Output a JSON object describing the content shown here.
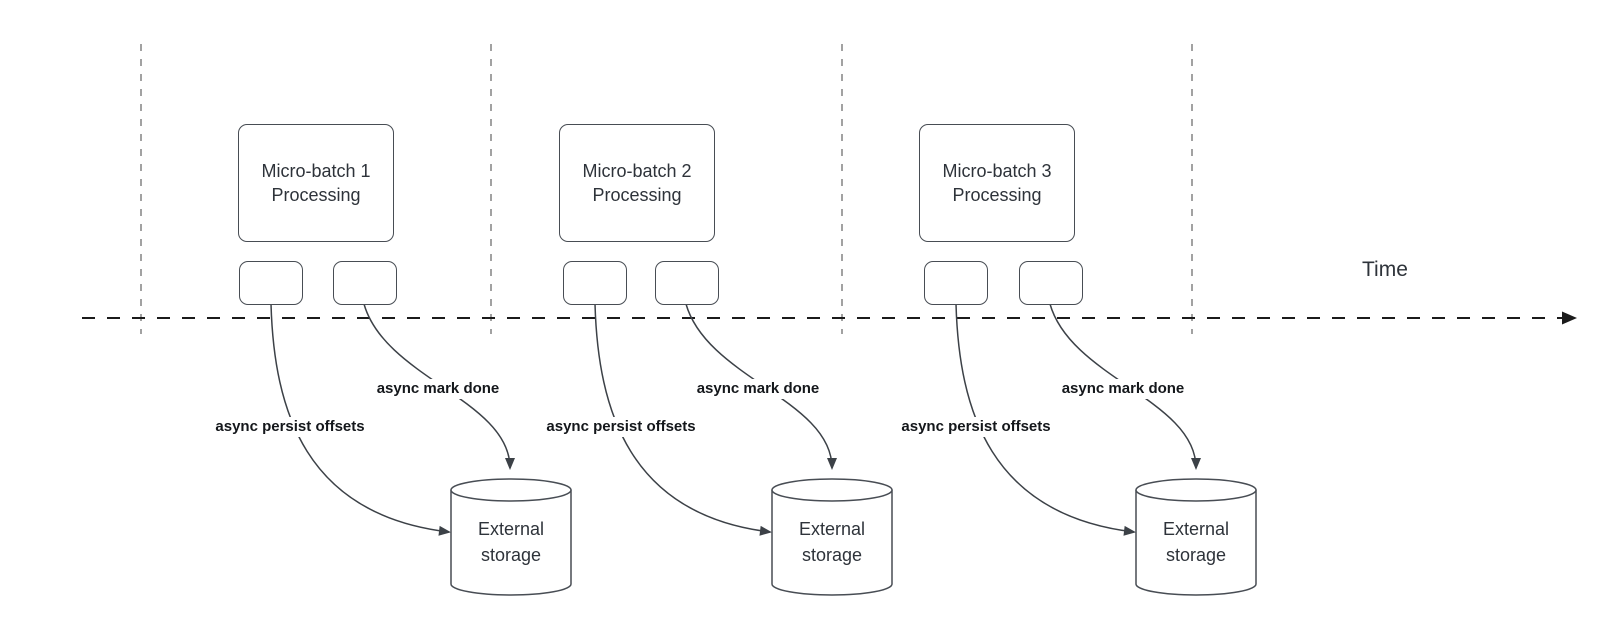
{
  "diagram": {
    "time_axis_label": "Time",
    "batches": [
      {
        "box_line1": "Micro-batch 1",
        "box_line2": "Processing",
        "persist_label": "async persist offsets",
        "done_label": "async mark done",
        "storage_line1": "External",
        "storage_line2": "storage"
      },
      {
        "box_line1": "Micro-batch 2",
        "box_line2": "Processing",
        "persist_label": "async persist offsets",
        "done_label": "async mark done",
        "storage_line1": "External",
        "storage_line2": "storage"
      },
      {
        "box_line1": "Micro-batch 3",
        "box_line2": "Processing",
        "persist_label": "async persist offsets",
        "done_label": "async mark done",
        "storage_line1": "External",
        "storage_line2": "storage"
      }
    ],
    "colors": {
      "shape_stroke": "#484d54",
      "curve_stroke": "#3c4147",
      "timeline_stroke": "#1b1b1b",
      "lane_divider_stroke": "#a2a2a2",
      "text": "#2e333a",
      "label_text": "#14171b",
      "background": "#ffffff"
    }
  }
}
